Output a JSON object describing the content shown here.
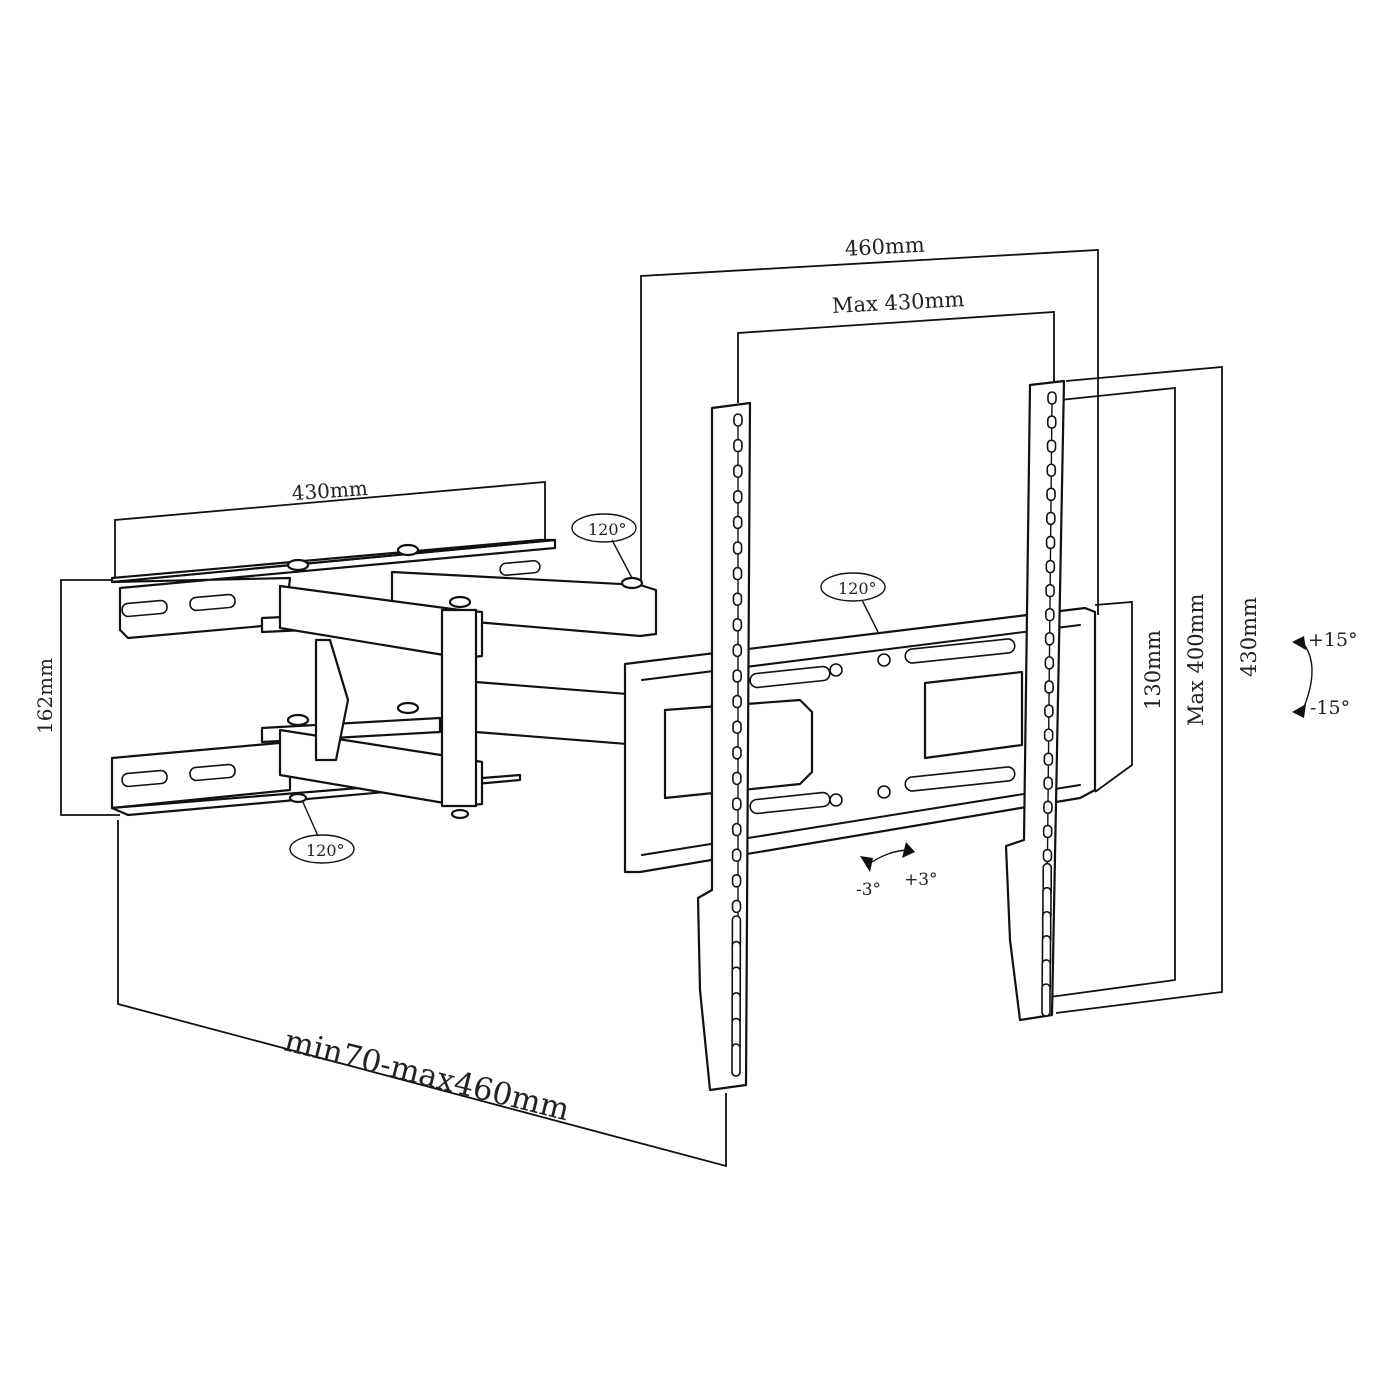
{
  "diagram": {
    "labels": {
      "wall_width": "430mm",
      "wall_height": "162mm",
      "extension": "min70-max460mm",
      "bracket_width": "460mm",
      "vesa_horizontal": "Max 430mm",
      "plate_height": "130mm",
      "vesa_vertical": "Max 400mm",
      "bracket_height": "430mm",
      "tilt_up": "+15°",
      "tilt_down": "-15°",
      "swivel_wall": "120°",
      "swivel_elbow": "120°",
      "swivel_head": "120°",
      "rotate_minus": "-3°",
      "rotate_plus": "+3°"
    }
  }
}
